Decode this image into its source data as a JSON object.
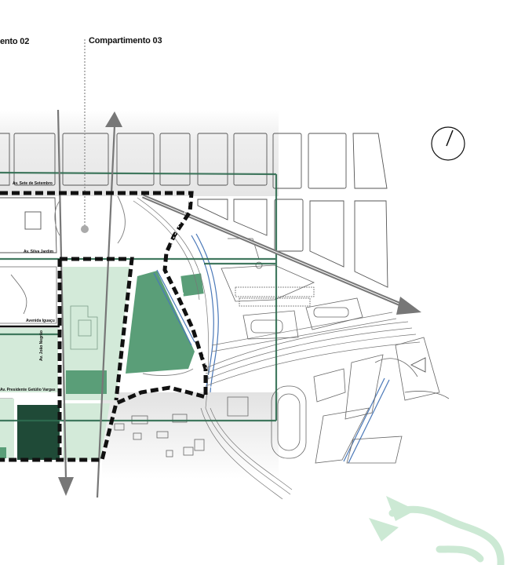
{
  "compartments": {
    "compartment_02": "ento 02",
    "compartment_03": "Compartimento 03"
  },
  "streets": {
    "sete_de_setembro": "Av. Sete de Setembro",
    "silva_jardim": "Av. Silva Jardim",
    "iguacu": "Avenida Iguaçu",
    "joao_negrao": "Av. João Negrão",
    "getulio_vargas": "Av. Presidente Getúlio Vargas"
  },
  "icons": {
    "north": "north-arrow-icon",
    "flow": "flow-arrow-icon"
  },
  "colors": {
    "green_dark": "#1f4a37",
    "green_mid": "#5a9e78",
    "green_light": "#d3ead9",
    "green_line": "#2e6b4f",
    "blue_river": "#4a78b8",
    "mint_arrow": "#cce9d4",
    "boundary": "#111111"
  }
}
